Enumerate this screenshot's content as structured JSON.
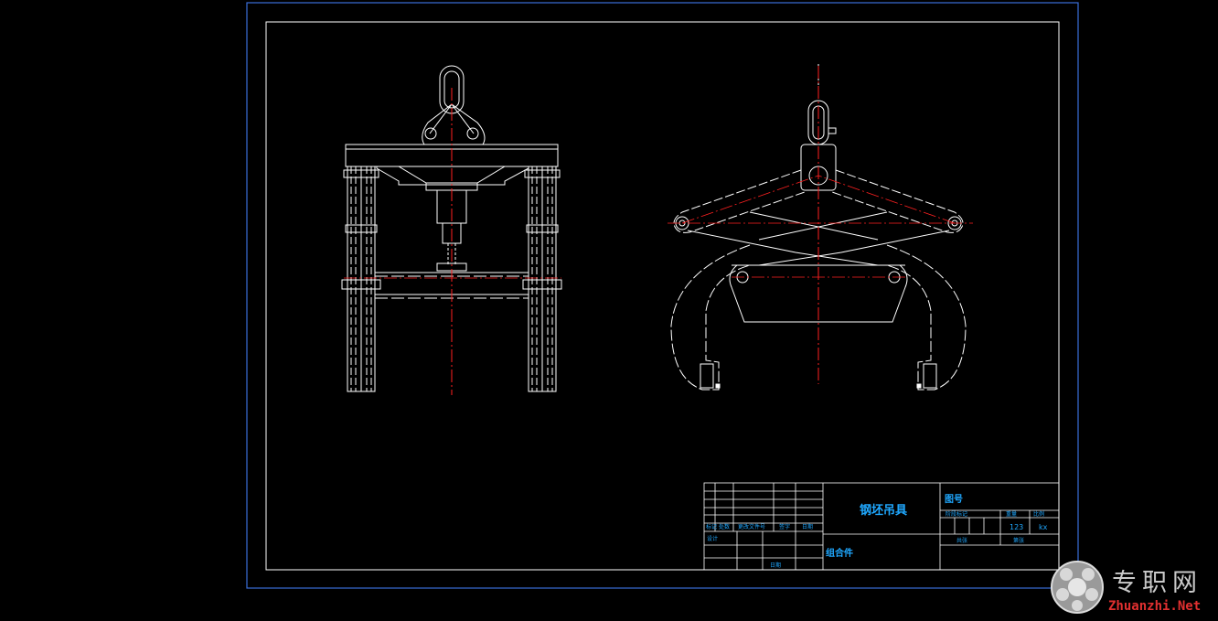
{
  "colors": {
    "background": "#000000",
    "outer_frame": "#3a6fd8",
    "line": "#ffffff",
    "centerline": "#ff2020",
    "title_block_text": "#1fa8ff",
    "watermark_text": "#c9c9c9",
    "watermark_url": "#e03030"
  },
  "title_block": {
    "drawing_name": "钢坯吊具",
    "drawing_number_label": "图号",
    "component_type": "组合件",
    "stage_mark_label": "阶段标记",
    "weight_label": "重量",
    "scale_label": "比例",
    "weight_value": "123",
    "scale_value": "kx",
    "sheet_total_label": "共张",
    "sheet_label": "第张",
    "revision_row": [
      "标记",
      "处数",
      "更改文件号",
      "签字",
      "日期"
    ],
    "design_label": "设计",
    "date_label": "日期"
  },
  "watermark": {
    "brand_cn": "专职网",
    "brand_url": "Zhuanzhi.Net",
    "icon": "flower-ball-icon"
  }
}
